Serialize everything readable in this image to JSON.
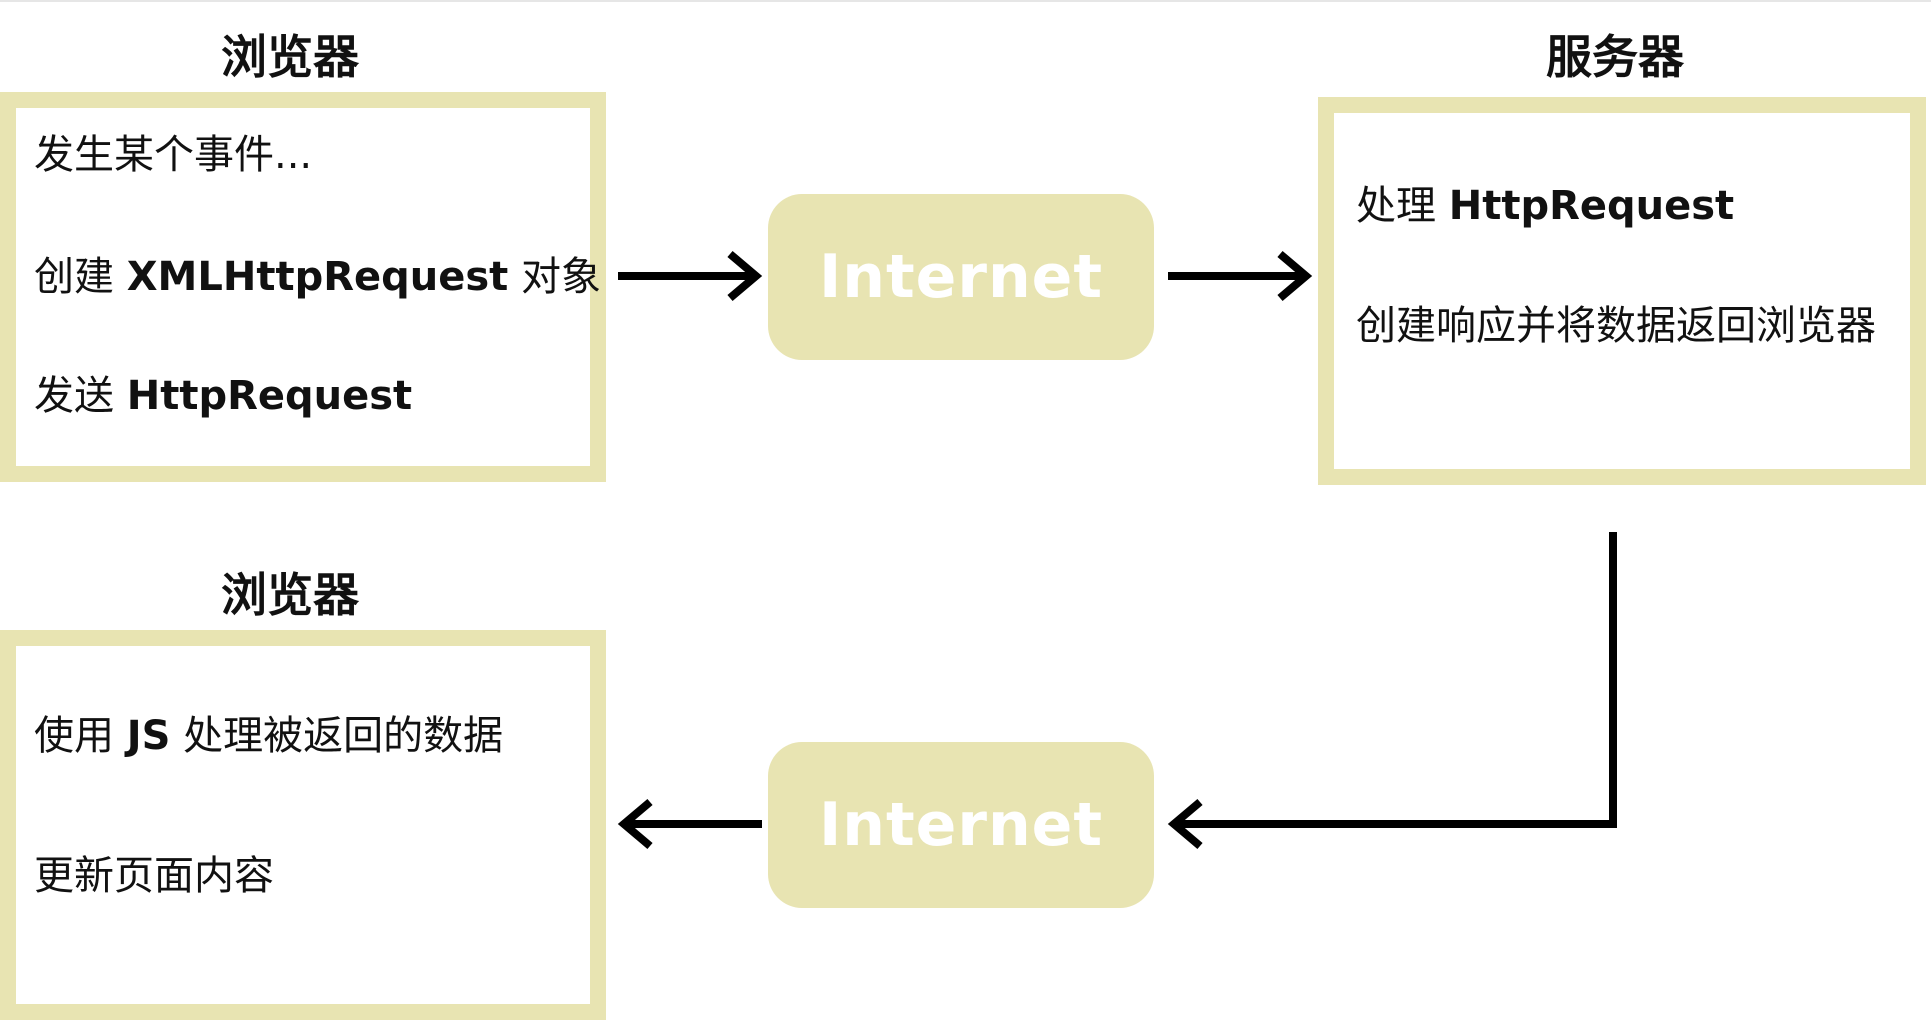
{
  "browser_top": {
    "title": "浏览器",
    "lines": [
      {
        "text": "发生某个事件..."
      },
      {
        "pre": "创建 ",
        "bold": "XMLHttpRequest",
        "post": " 对象"
      },
      {
        "pre": "发送 ",
        "bold": "HttpRequest",
        "post": ""
      }
    ]
  },
  "server": {
    "title": "服务器",
    "lines": [
      {
        "pre": "处理 ",
        "bold": "HttpRequest",
        "post": ""
      },
      {
        "text": "创建响应并将数据返回浏览器"
      }
    ]
  },
  "browser_bottom": {
    "title": "浏览器",
    "lines": [
      {
        "pre": "使用 ",
        "bold": "JS",
        "post": " 处理被返回的数据"
      },
      {
        "text": "更新页面内容"
      }
    ]
  },
  "internet_top": {
    "label": "Internet"
  },
  "internet_bottom": {
    "label": "Internet"
  },
  "colors": {
    "panel_border": "#e8e4b2",
    "pill_fill": "#e8e4b2",
    "pill_text": "#ffffff",
    "arrow": "#000000"
  }
}
